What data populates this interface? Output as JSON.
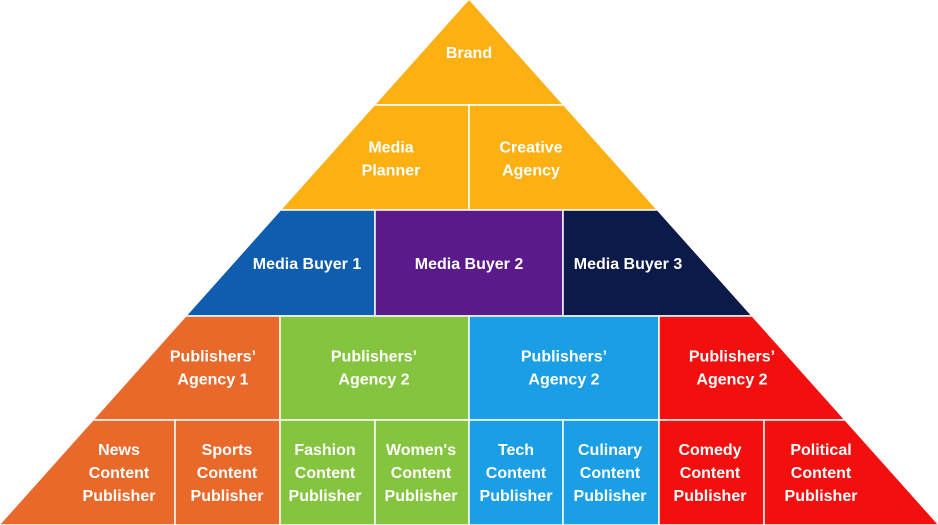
{
  "tiers": [
    {
      "cells": [
        {
          "lines": [
            "Brand"
          ],
          "color": "#FCB012"
        }
      ]
    },
    {
      "cells": [
        {
          "lines": [
            "Media",
            "Planner"
          ],
          "color": "#FCB012"
        },
        {
          "lines": [
            "Creative",
            "Agency"
          ],
          "color": "#FCB012"
        }
      ]
    },
    {
      "cells": [
        {
          "lines": [
            "Media Buyer 1"
          ],
          "color": "#0E5DAF"
        },
        {
          "lines": [
            "Media Buyer 2"
          ],
          "color": "#5B1A8C"
        },
        {
          "lines": [
            "Media Buyer 3"
          ],
          "color": "#0B1A48"
        }
      ]
    },
    {
      "cells": [
        {
          "lines": [
            "Publishers’",
            "Agency 1"
          ],
          "color": "#E8692A"
        },
        {
          "lines": [
            "Publishers’",
            "Agency 2"
          ],
          "color": "#84C43F"
        },
        {
          "lines": [
            "Publishers’",
            "Agency 2"
          ],
          "color": "#1A9EE6"
        },
        {
          "lines": [
            "Publishers’",
            "Agency 2"
          ],
          "color": "#F40F0F"
        }
      ]
    },
    {
      "cells": [
        {
          "lines": [
            "News",
            "Content",
            "Publisher"
          ],
          "color": "#E8692A"
        },
        {
          "lines": [
            "Sports",
            "Content",
            "Publisher"
          ],
          "color": "#E8692A"
        },
        {
          "lines": [
            "Fashion",
            "Content",
            "Publisher"
          ],
          "color": "#84C43F"
        },
        {
          "lines": [
            "Women's",
            "Content",
            "Publisher"
          ],
          "color": "#84C43F"
        },
        {
          "lines": [
            "Tech",
            "Content",
            "Publisher"
          ],
          "color": "#1A9EE6"
        },
        {
          "lines": [
            "Culinary",
            "Content",
            "Publisher"
          ],
          "color": "#1A9EE6"
        },
        {
          "lines": [
            "Comedy",
            "Content",
            "Publisher"
          ],
          "color": "#F40F0F"
        },
        {
          "lines": [
            "Political",
            "Content",
            "Publisher"
          ],
          "color": "#F40F0F"
        }
      ]
    }
  ],
  "divider_color": "#ffffff"
}
